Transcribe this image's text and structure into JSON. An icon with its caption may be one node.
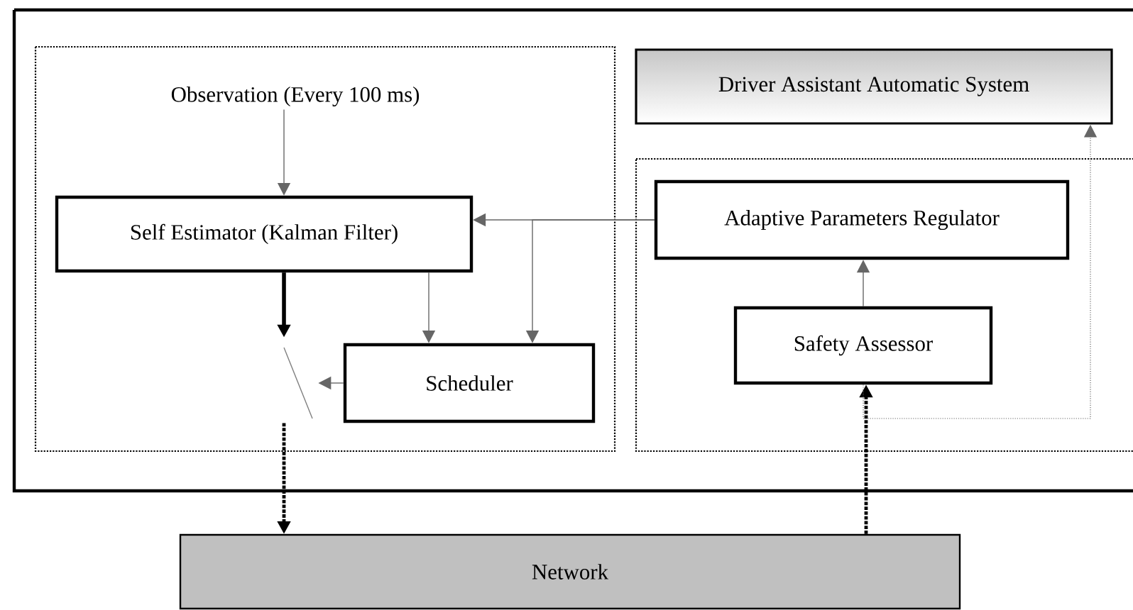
{
  "diagram": {
    "nodes": [
      {
        "text": [
          "Observation (Every 100 ms)"
        ]
      },
      {
        "text": [
          "Driver Assistant Automatic System"
        ]
      },
      {
        "text": [
          "Self Estimator (Kalman Filter)"
        ]
      },
      {
        "text": [
          "Adaptive Parameters Regulator"
        ]
      },
      {
        "text": [],
        "shape": "switch"
      },
      {
        "text": [
          "Scheduler"
        ]
      },
      {
        "text": [
          "Safety Assessor"
        ]
      },
      {
        "text": [
          "Network"
        ]
      }
    ],
    "edges": [
      {
        "from": 0,
        "to": 2,
        "arrow": "to"
      },
      {
        "from": 3,
        "to": 2,
        "arrow": "to"
      },
      {
        "from": 2,
        "to": 5,
        "arrow": "to"
      },
      {
        "from": 3,
        "to": 5,
        "arrow": "to"
      },
      {
        "from": 2,
        "to": 4,
        "arrow": "to",
        "style": "thick",
        "color": "#000000"
      },
      {
        "from": 5,
        "to": 4,
        "arrow": "to"
      },
      {
        "from": 4,
        "to": 7,
        "arrow": "to",
        "style": "dashed",
        "color": "#000000"
      },
      {
        "from": 7,
        "to": 6,
        "arrow": "to",
        "style": "dashed",
        "color": "#000000"
      },
      {
        "from": 6,
        "to": 3,
        "arrow": "to"
      },
      {
        "from": 6,
        "to": 1,
        "arrow": "to",
        "style": "dashed"
      }
    ]
  }
}
